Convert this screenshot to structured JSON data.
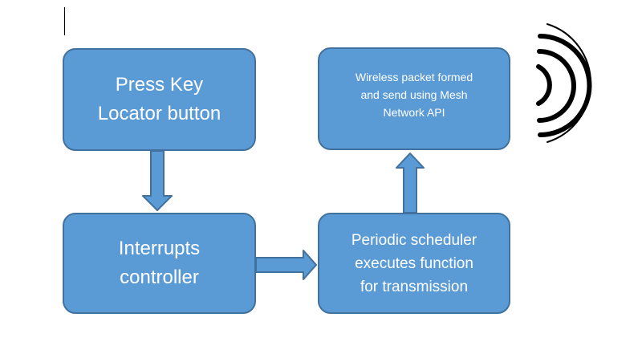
{
  "boxes": {
    "press_key": "Press Key\nLocator button",
    "interrupts": "Interrupts\ncontroller",
    "scheduler": "Periodic scheduler\nexecutes function\nfor transmission",
    "wireless": "Wireless packet formed\nand send using Mesh\nNetwork API"
  },
  "colors": {
    "box_fill": "#5b9bd5",
    "box_border": "#41719c",
    "text": "#ffffff",
    "signal": "#000000"
  },
  "icons": {
    "signal": "wireless-signal-icon"
  }
}
